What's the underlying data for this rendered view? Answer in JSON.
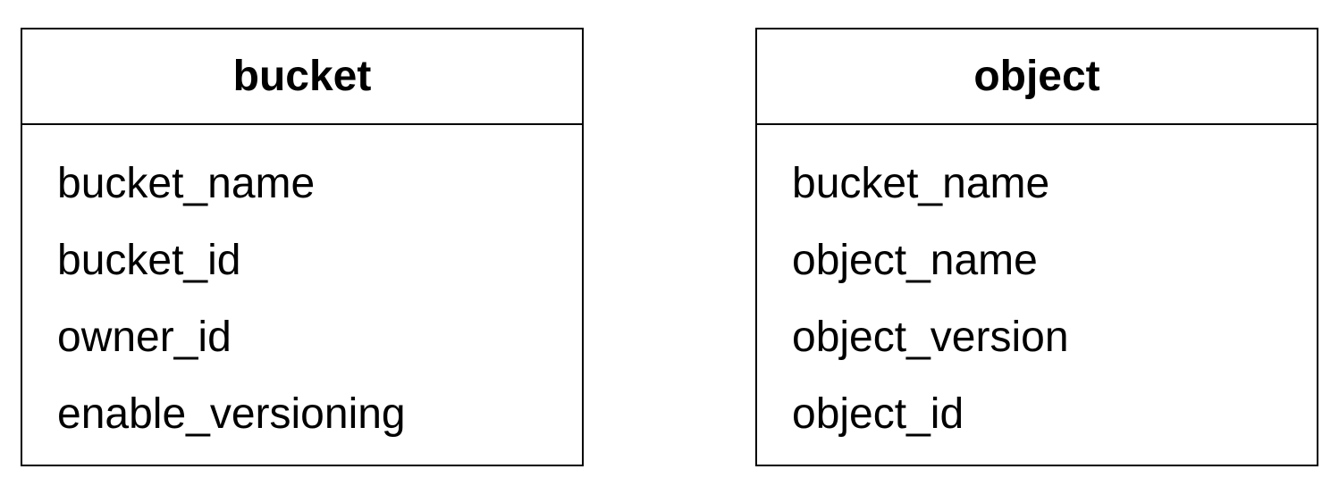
{
  "tables": [
    {
      "name": "bucket",
      "fields": [
        "bucket_name",
        "bucket_id",
        "owner_id",
        "enable_versioning"
      ]
    },
    {
      "name": "object",
      "fields": [
        "bucket_name",
        "object_name",
        "object_version",
        "object_id"
      ]
    }
  ]
}
